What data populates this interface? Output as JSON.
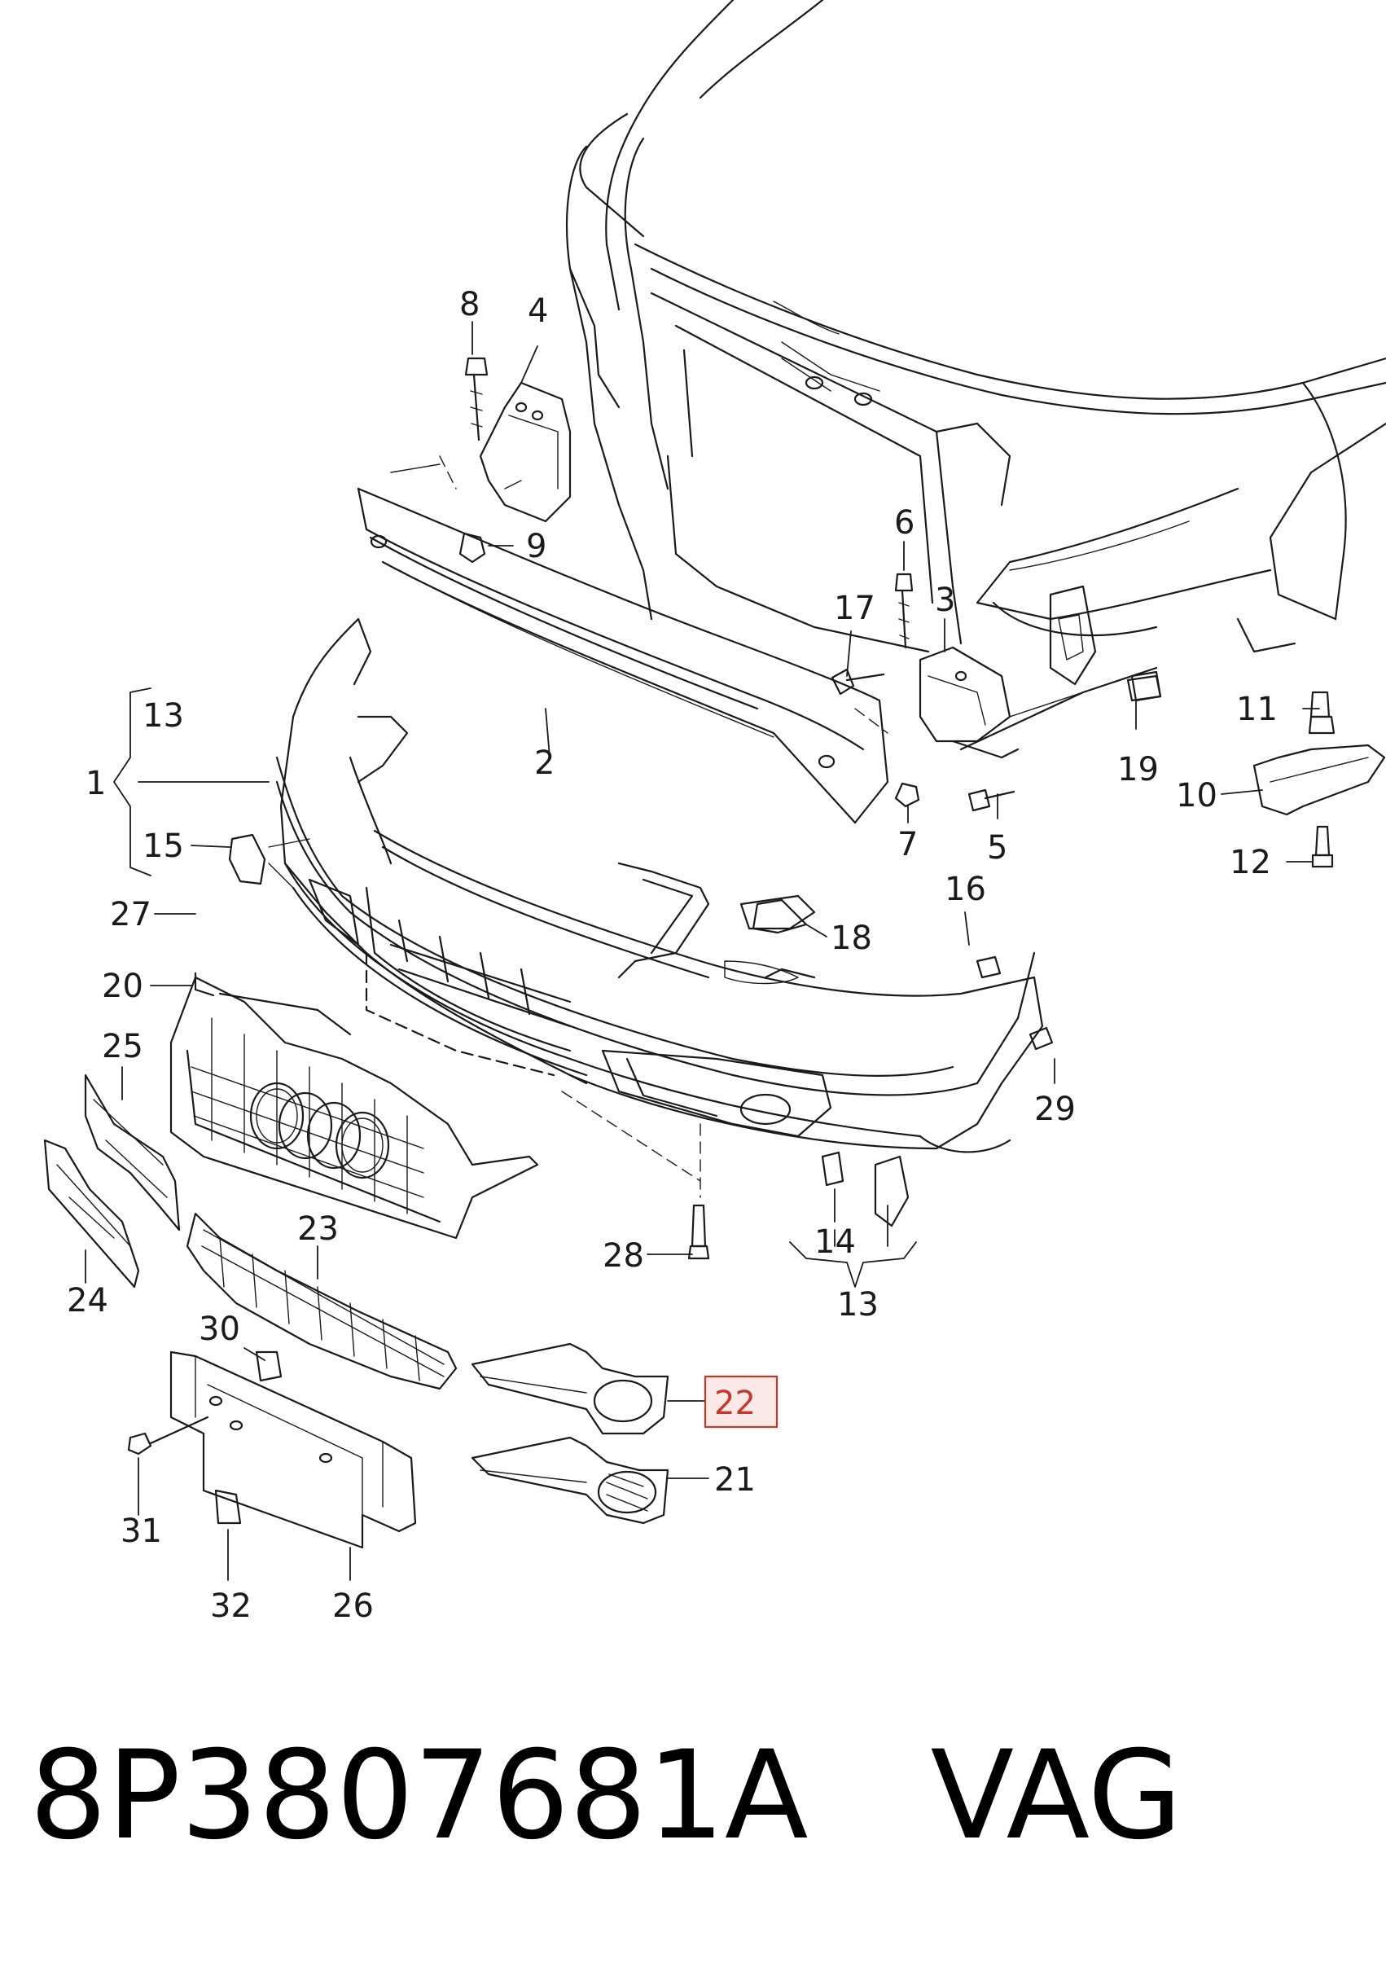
{
  "diagram": {
    "highlighted_callout": "22",
    "highlight_color": "#c0392b",
    "callouts": {
      "c1": "1",
      "c2": "2",
      "c3": "3",
      "c4": "4",
      "c5": "5",
      "c6": "6",
      "c7": "7",
      "c8": "8",
      "c9": "9",
      "c10": "10",
      "c11": "11",
      "c12": "12",
      "c13a": "13",
      "c13b": "13",
      "c14": "14",
      "c15": "15",
      "c16": "16",
      "c17": "17",
      "c18": "18",
      "c19": "19",
      "c20": "20",
      "c21": "21",
      "c22": "22",
      "c23": "23",
      "c24": "24",
      "c25": "25",
      "c26": "26",
      "c27": "27",
      "c28": "28",
      "c29": "29",
      "c30": "30",
      "c31": "31",
      "c32": "32"
    }
  },
  "footer": {
    "part_number": "8P3807681A",
    "brand": "VAG"
  }
}
